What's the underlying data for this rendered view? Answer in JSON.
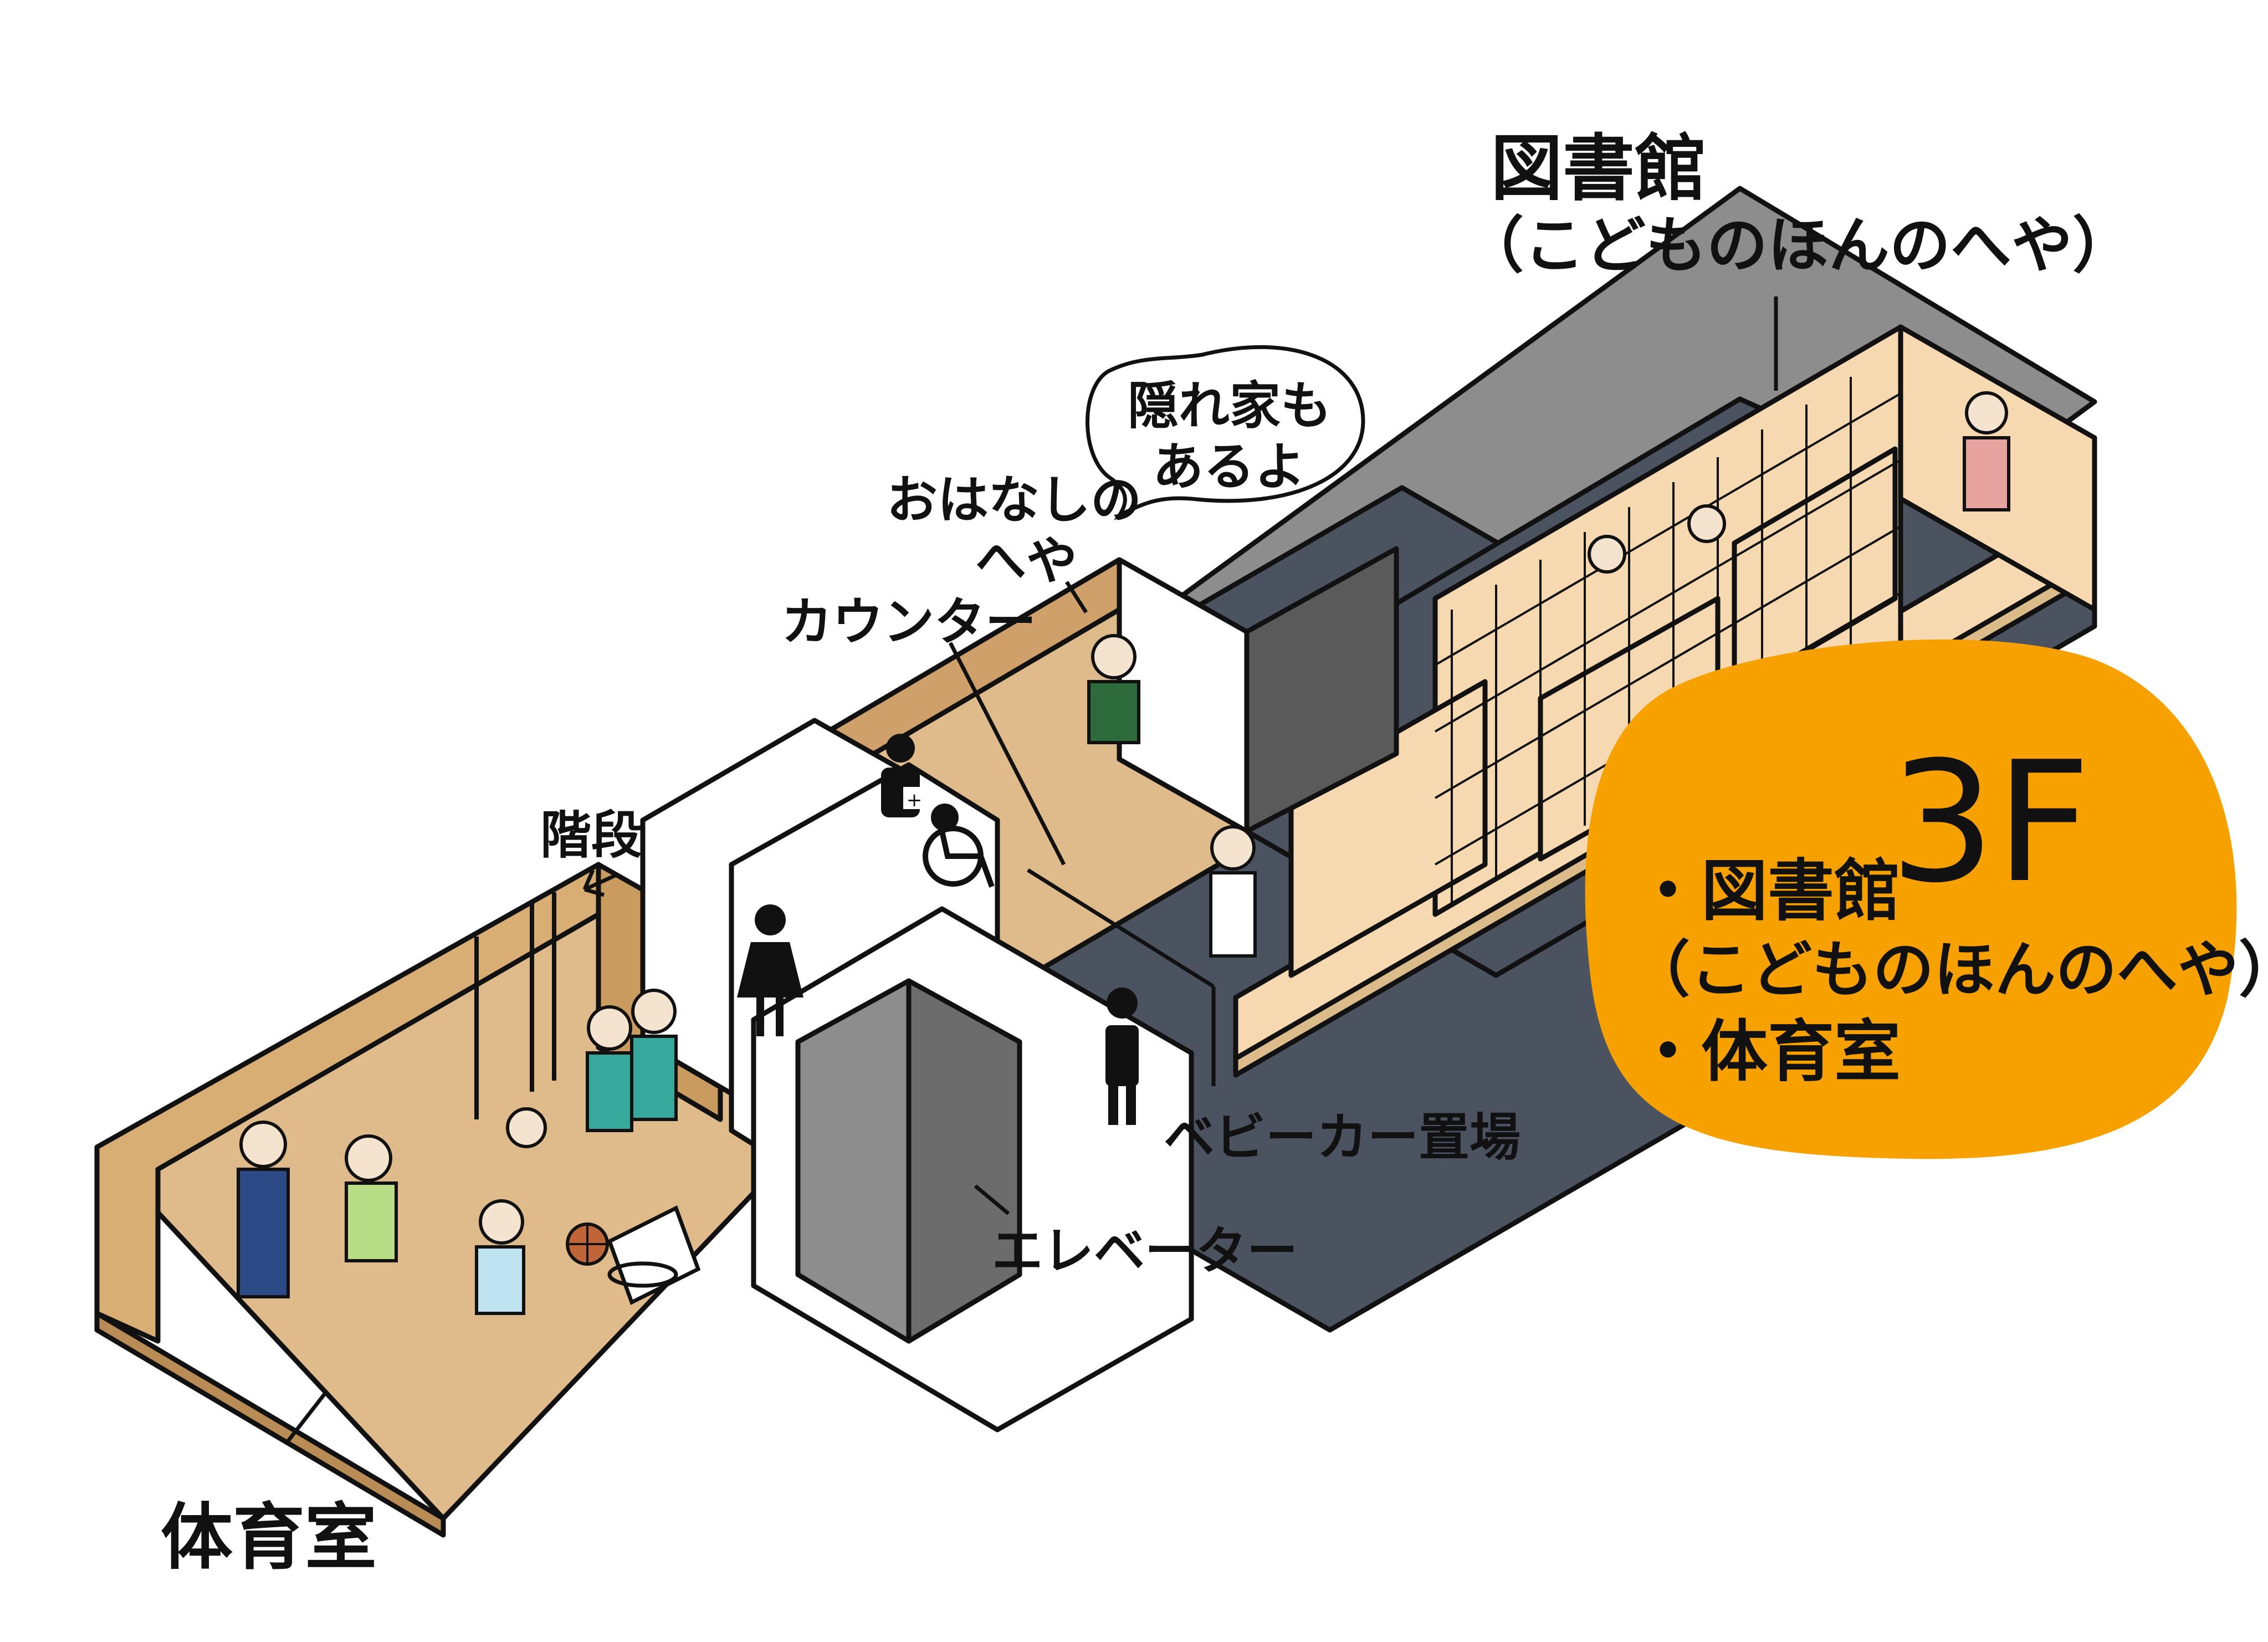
{
  "floor": "3F",
  "floor_items": [
    "図書館",
    "（こどものほんのへや）",
    "体育室"
  ],
  "labels": {
    "library_title": "図書館",
    "library_sub": "（こどものほんのへや）",
    "bubble_line1": "隠れ家も",
    "bubble_line2": "あるよ",
    "story_room_line1": "おはなしの",
    "story_room_line2": "へや",
    "counter": "カウンター",
    "stairs": "階段",
    "stroller": "ベビーカー置場",
    "elevator": "エレベーター",
    "gym": "体育室"
  },
  "icons": [
    "female-restroom-icon",
    "male-restroom-icon",
    "wheelchair-icon",
    "baby-care-icon",
    "arrow-icon",
    "basketball-icon",
    "basketball-hoop-icon"
  ],
  "colors": {
    "wood_floor": "#dfba8a",
    "wood_light": "#f6d9b0",
    "dark_floor": "#4c5360",
    "roof": "#8d8d8d",
    "badge": "#f7a100",
    "outline": "#111111"
  }
}
